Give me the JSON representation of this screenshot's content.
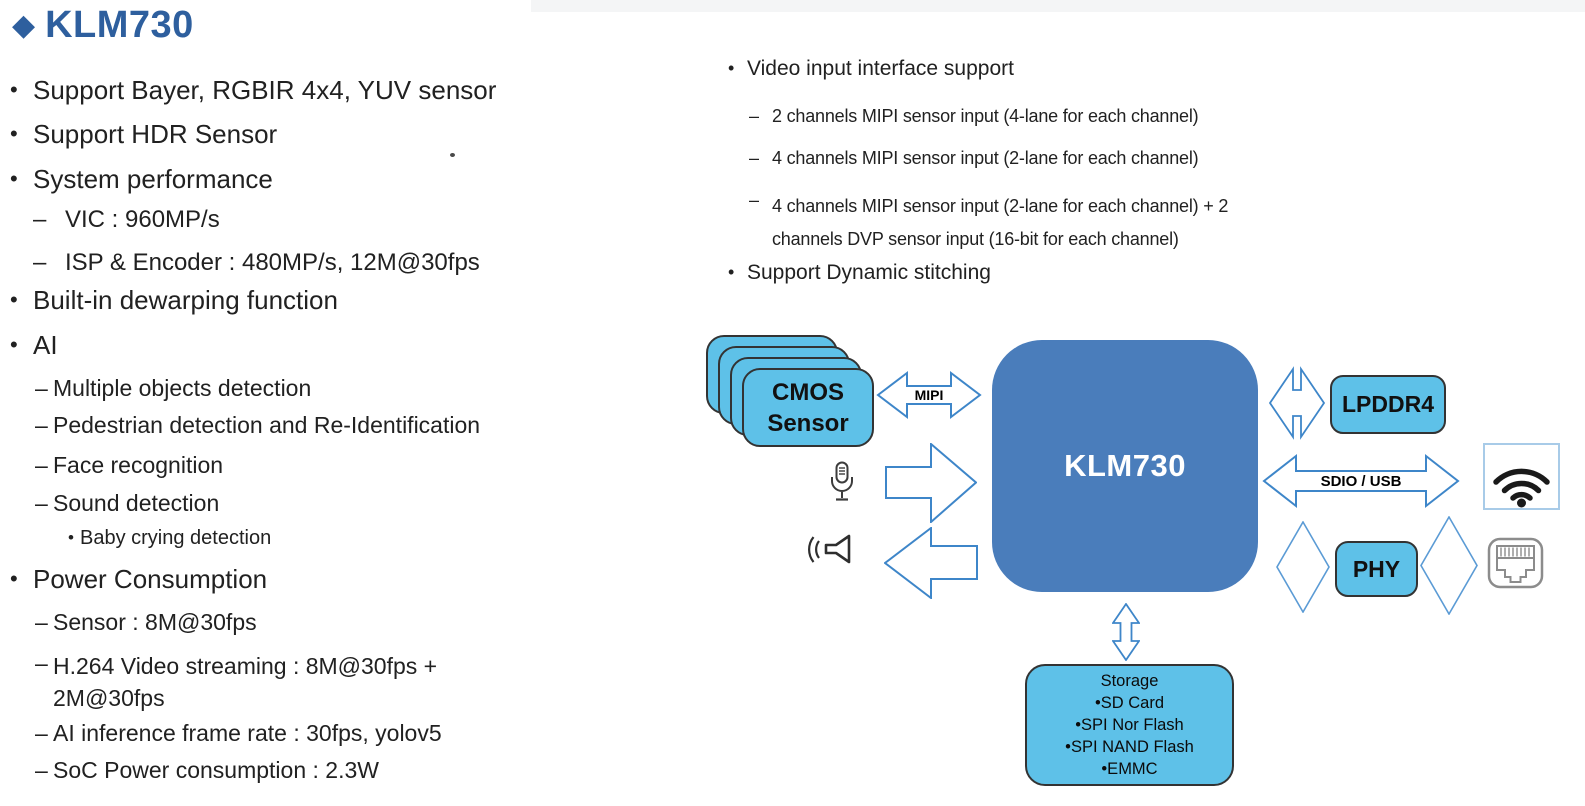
{
  "title": {
    "marker": "◆",
    "text": "KLM730"
  },
  "marks": {
    "bullet": "•",
    "dash": "–"
  },
  "left_panel": {
    "items": [
      {
        "text": "Support Bayer, RGBIR 4x4, YUV sensor"
      },
      {
        "text": "Support HDR Sensor"
      },
      {
        "text": "System performance"
      },
      {
        "text": "VIC : 960MP/s"
      },
      {
        "text": "ISP & Encoder : 480MP/s, 12M@30fps"
      },
      {
        "text": "Built-in dewarping function"
      },
      {
        "text": "AI"
      },
      {
        "text": "Multiple objects detection"
      },
      {
        "text": "Pedestrian detection and Re-Identification"
      },
      {
        "text": "Face recognition"
      },
      {
        "text": "Sound detection"
      },
      {
        "text": "Baby crying detection"
      },
      {
        "text": "Power Consumption"
      },
      {
        "text": "Sensor : 8M@30fps"
      },
      {
        "text": "H.264 Video streaming : 8M@30fps + 2M@30fps"
      },
      {
        "text": "AI inference frame rate : 30fps, yolov5"
      },
      {
        "text": "SoC Power consumption : 2.3W"
      }
    ]
  },
  "right_panel": {
    "items": [
      {
        "text": "Video input interface support"
      },
      {
        "text": "2 channels MIPI sensor input (4-lane for each channel)"
      },
      {
        "text": "4 channels MIPI sensor input (2-lane for each channel)"
      },
      {
        "text": "4 channels MIPI sensor input (2-lane for each channel) + 2 channels DVP sensor input (16-bit for each channel)"
      },
      {
        "text": "Support Dynamic stitching"
      }
    ]
  },
  "diagram": {
    "cmos_sensor": {
      "line1": "CMOS",
      "line2": "Sensor"
    },
    "mipi_label": "MIPI",
    "soc_label": "KLM730",
    "lpddr4_label": "LPDDR4",
    "sdio_usb_label": "SDIO / USB",
    "phy_label": "PHY",
    "storage": {
      "lines": [
        "Storage",
        "•SD Card",
        "•SPI Nor Flash",
        "•SPI NAND Flash",
        "•EMMC"
      ]
    },
    "icons": [
      "mic-icon",
      "speaker-icon",
      "wifi-icon",
      "ethernet-icon"
    ]
  },
  "colors": {
    "title_blue": "#2e5f9e",
    "soc_blue": "#4a7dbb",
    "light_blue": "#5ec1e8",
    "arrow_stroke": "#3e86c9",
    "diamond_stroke": "#5b9bd5",
    "text": "#212121"
  }
}
